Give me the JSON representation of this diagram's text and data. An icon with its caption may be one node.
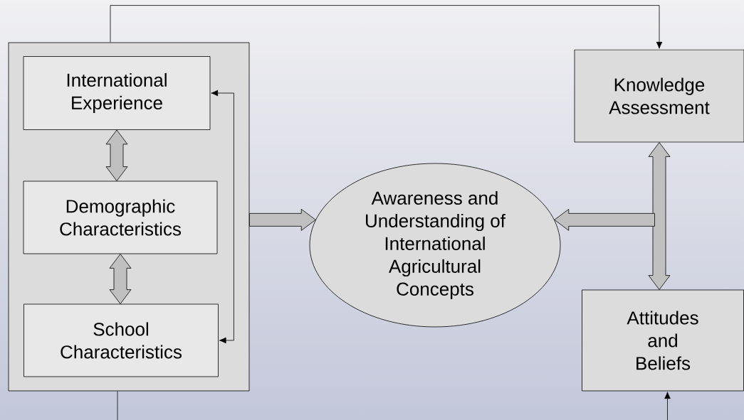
{
  "diagram": {
    "nodes": [
      {
        "text": [],
        "shape": "box"
      },
      {
        "text": [
          "International Experience"
        ],
        "in": 0
      },
      {
        "text": [
          "Demographic Characteristics"
        ],
        "in": 0
      },
      {
        "text": [
          "School Characteristics"
        ],
        "in": 0
      },
      {
        "text": [
          "Awareness and Understanding of International Agricultural Concepts"
        ]
      },
      {
        "text": [
          "Knowledge Assessment"
        ]
      },
      {
        "text": [
          "Attitudes and Beliefs"
        ]
      }
    ],
    "edges": [
      {
        "from": 0,
        "to": 5,
        "arrow": "to"
      },
      {
        "from": 1,
        "to": 2,
        "arrow": "both",
        "style": "thick"
      },
      {
        "from": 2,
        "to": 3,
        "arrow": "both",
        "style": "thick"
      },
      {
        "from": 1,
        "to": 3,
        "arrow": "both"
      },
      {
        "from": 0,
        "to": 4,
        "arrow": "to",
        "style": "thick"
      },
      {
        "from": 5,
        "to": 6,
        "arrow": "both",
        "style": "thick"
      },
      {
        "from": 5,
        "to": 4,
        "arrow": "to",
        "style": "thick"
      },
      {
        "from": 6,
        "to": 4,
        "arrow": "to",
        "style": "thick"
      },
      {
        "from": 0,
        "to": null,
        "arrow": "none"
      },
      {
        "from": null,
        "to": 6,
        "arrow": "to"
      }
    ]
  }
}
